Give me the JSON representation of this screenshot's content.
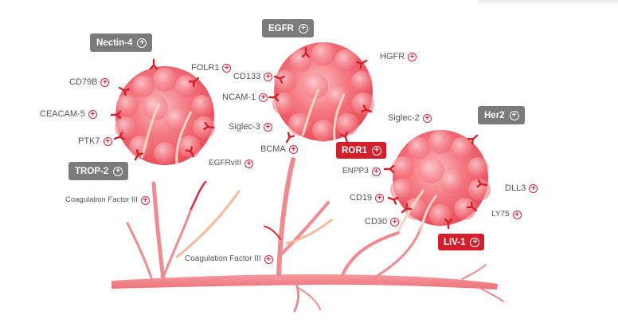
{
  "colors": {
    "accent_red": "#d31f2b",
    "tag_gray": "#7b7b7b",
    "tumor": "#f4707a",
    "vessel": "#f2848a"
  },
  "tumors": [
    {
      "name": "tumor-left",
      "tags": [
        {
          "label": "Nectin-4",
          "style": "gray"
        },
        {
          "label": "TROP-2",
          "style": "gray"
        }
      ],
      "labels": [
        "FOLR1",
        "CD79B",
        "CEACAM-5",
        "PTK7",
        "Siglec-3",
        "EGFRvIII"
      ]
    },
    {
      "name": "tumor-middle",
      "tags": [
        {
          "label": "EGFR",
          "style": "gray"
        },
        {
          "label": "ROR1",
          "style": "red"
        }
      ],
      "labels": [
        "HGFR",
        "CD133",
        "NCAM-1",
        "Siglec-2",
        "BCMA"
      ]
    },
    {
      "name": "tumor-right",
      "tags": [
        {
          "label": "Her2",
          "style": "gray"
        },
        {
          "label": "LIV-1",
          "style": "red"
        }
      ],
      "labels": [
        "ENPP3",
        "DLL3",
        "CD19",
        "LY75",
        "CD30"
      ]
    }
  ],
  "vessel_labels": [
    "Coagulation Factor III",
    "Coagulation Factor III"
  ],
  "icons": {
    "expand": "plus-circle-icon",
    "receptor": "y-receptor-icon"
  }
}
